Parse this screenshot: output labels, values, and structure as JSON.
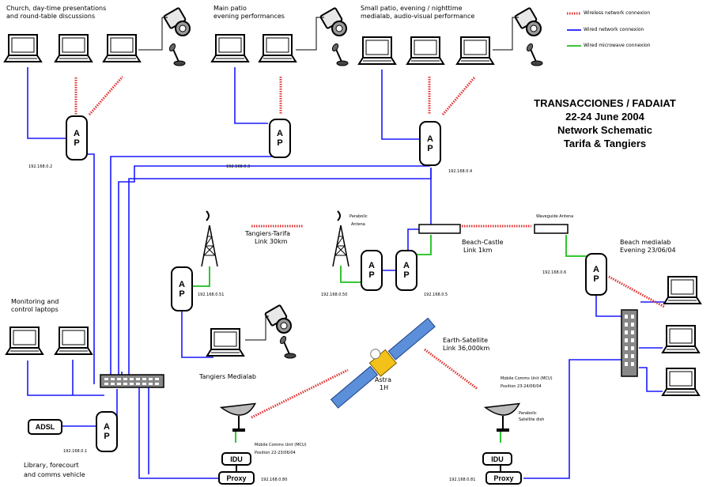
{
  "title": {
    "line1": "TRANSACCIONES / FADAIAT",
    "line2": "22-24 June 2004",
    "line3": "Network Schematic",
    "line4": "Tarifa & Tangiers"
  },
  "legend": {
    "wireless": "Wireless network connexion",
    "wired": "Wired network connexion",
    "microwave": "Wired microwave connexion"
  },
  "colors": {
    "wired": "#1a1aff",
    "wireless": "#e03030",
    "microwave": "#19c019"
  },
  "locations": {
    "church": [
      "Church, day-time presentations",
      "and round-table discussions"
    ],
    "main_patio": [
      "Main patio",
      "evening performances"
    ],
    "small_patio": [
      "Small patio, evening / nighttime",
      "medialab, audio-visual performance"
    ],
    "monitoring": [
      "Monitoring and",
      "control laptops"
    ],
    "library": [
      "Library, forecourt",
      "and comms vehicle"
    ],
    "tangiers_medialab": "Tangiers Medialab",
    "beach_medialab": [
      "Beach medialab",
      "Evening 23/06/04"
    ]
  },
  "links": {
    "tangiers_tarifa": [
      "Tangiers-Tarifa",
      "Link 30km"
    ],
    "beach_castle": [
      "Beach-Castle",
      "Link 1km"
    ],
    "earth_satellite": [
      "Earth-Satellite",
      "Link 36,000km"
    ]
  },
  "devices": {
    "ap_letters": [
      "A",
      "P"
    ],
    "adsl": "ADSL",
    "idu": "IDU",
    "proxy": "Proxy",
    "satellite": [
      "Astra",
      "1H"
    ],
    "parabolic": [
      "Parabolic",
      "Antena"
    ],
    "parabolic_sat": [
      "Parabolic",
      "Satellite dish"
    ],
    "waveguide": "Waveguide Antena",
    "mcu_left": [
      "Mobile Comms Unit (MCU)",
      "Position 22-23/06/04"
    ],
    "mcu_right": [
      "Mobile Comms Unit (MCU)",
      "Position 23-24/06/04"
    ]
  },
  "ips": {
    "church_ap": "192.168.0.2",
    "patio_ap": "192.168.0.3",
    "small_patio_ap": "192.168.0.4",
    "tangiers_ap": "192.168.0.51",
    "tarifa_link_ap": "192.168.0.50",
    "castle_ap": "192.168.0.5",
    "beach_ap": "192.168.0.6",
    "library_ap": "192.168.0.1",
    "proxy_left": "192.168.0.80",
    "proxy_right": "192.168.0.81"
  }
}
